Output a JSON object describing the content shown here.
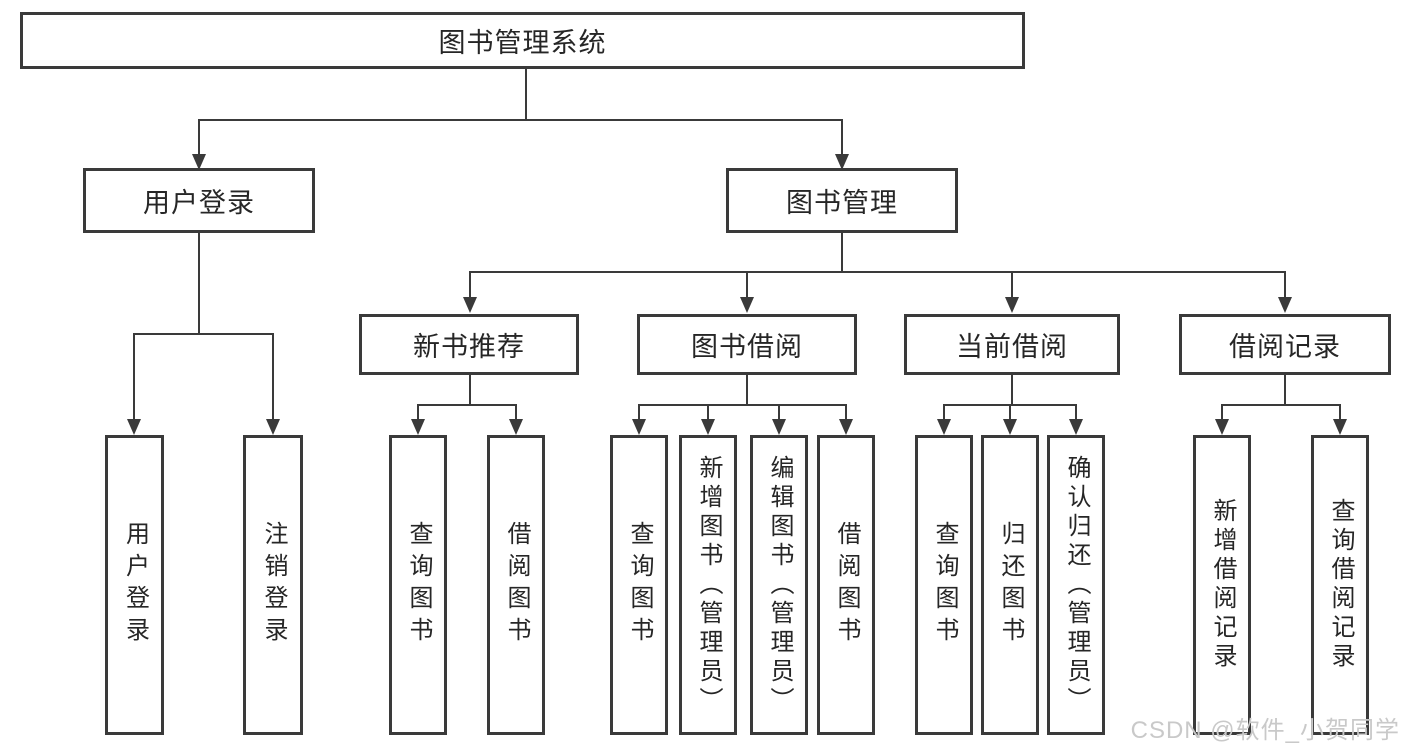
{
  "tree": {
    "root": {
      "label": "图书管理系统"
    },
    "branches": [
      {
        "label": "用户登录",
        "children": [
          {
            "label": "用户登录"
          },
          {
            "label": "注销登录"
          }
        ]
      },
      {
        "label": "图书管理",
        "sections": [
          {
            "label": "新书推荐",
            "children": [
              {
                "label": "查询图书"
              },
              {
                "label": "借阅图书"
              }
            ]
          },
          {
            "label": "图书借阅",
            "children": [
              {
                "label": "查询图书"
              },
              {
                "label": "新增图书（管理员）"
              },
              {
                "label": "编辑图书（管理员）"
              },
              {
                "label": "借阅图书"
              }
            ]
          },
          {
            "label": "当前借阅",
            "children": [
              {
                "label": "查询图书"
              },
              {
                "label": "归还图书"
              },
              {
                "label": "确认归还（管理员）"
              }
            ]
          },
          {
            "label": "借阅记录",
            "children": [
              {
                "label": "新增借阅记录"
              },
              {
                "label": "查询借阅记录"
              }
            ]
          }
        ]
      }
    ]
  },
  "watermark": {
    "text": "CSDN @软件_小贺同学"
  },
  "colors": {
    "line": "#3a3a3a",
    "text": "#262626",
    "watermark": "#c9c9c9",
    "background": "#ffffff"
  }
}
